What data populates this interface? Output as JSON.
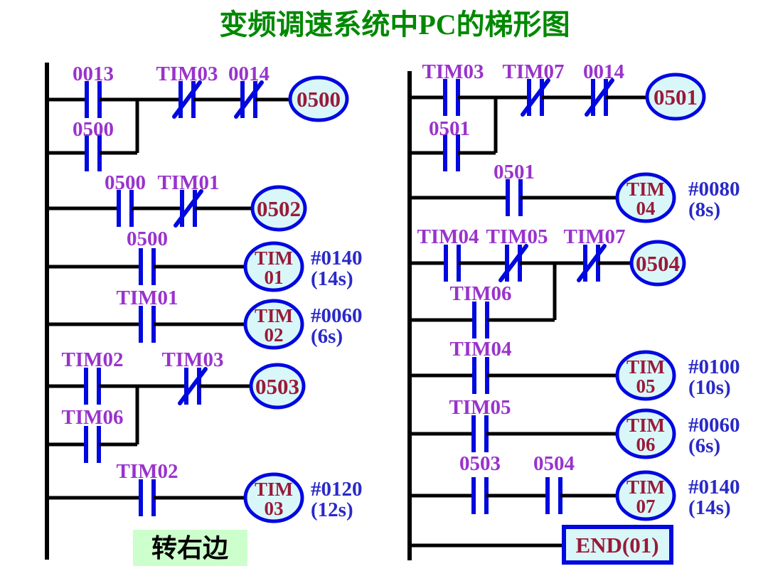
{
  "title": {
    "text": "变频调速系统中PC的梯形图"
  },
  "colors": {
    "title_green": "#008800",
    "wire_black": "#000000",
    "contact_blue": "#0008e0",
    "label_purple": "#9933cc",
    "coil_fill_cyan": "#d9f7f9",
    "coil_border_blue": "#0008e0",
    "coil_text_dark_red": "#9a1a38",
    "param_blue": "#2929c8",
    "note_bg_green": "#ccffcc",
    "note_text_black": "#000000"
  },
  "left": {
    "rungs": [
      {
        "contacts": [
          {
            "label": "0013",
            "type": "NO"
          },
          {
            "label": "TIM03",
            "type": "NC"
          },
          {
            "label": "0014",
            "type": "NC"
          }
        ],
        "coil": {
          "label": "0500"
        }
      },
      {
        "type": "parallel-branch",
        "contacts": [
          {
            "label": "0500",
            "type": "NO"
          }
        ]
      },
      {
        "contacts": [
          {
            "label": "0500",
            "type": "NO"
          },
          {
            "label": "TIM01",
            "type": "NC"
          }
        ],
        "coil": {
          "label": "0502"
        }
      },
      {
        "contacts": [
          {
            "label": "0500",
            "type": "NO"
          }
        ],
        "coil": {
          "line1": "TIM",
          "line2": "01"
        },
        "param": {
          "value": "#0140",
          "time": "(14s)"
        }
      },
      {
        "contacts": [
          {
            "label": "TIM01",
            "type": "NO"
          }
        ],
        "coil": {
          "line1": "TIM",
          "line2": "02"
        },
        "param": {
          "value": "#0060",
          "time": "(6s)"
        }
      },
      {
        "contacts": [
          {
            "label": "TIM02",
            "type": "NO"
          },
          {
            "label": "TIM03",
            "type": "NC"
          }
        ],
        "coil": {
          "label": "0503"
        }
      },
      {
        "type": "parallel-branch",
        "contacts": [
          {
            "label": "TIM06",
            "type": "NO"
          }
        ]
      },
      {
        "contacts": [
          {
            "label": "TIM02",
            "type": "NO"
          }
        ],
        "coil": {
          "line1": "TIM",
          "line2": "03"
        },
        "param": {
          "value": "#0120",
          "time": "(12s)"
        }
      }
    ],
    "note": "转右边"
  },
  "right": {
    "rungs": [
      {
        "contacts": [
          {
            "label": "TIM03",
            "type": "NO"
          },
          {
            "label": "TIM07",
            "type": "NC"
          },
          {
            "label": "0014",
            "type": "NC"
          }
        ],
        "coil": {
          "label": "0501"
        }
      },
      {
        "type": "parallel-branch",
        "contacts": [
          {
            "label": "0501",
            "type": "NO"
          }
        ]
      },
      {
        "contacts": [
          {
            "label": "0501",
            "type": "NO"
          }
        ],
        "coil": {
          "line1": "TIM",
          "line2": "04"
        },
        "param": {
          "value": "#0080",
          "time": "(8s)"
        }
      },
      {
        "contacts": [
          {
            "label": "TIM04",
            "type": "NO"
          },
          {
            "label": "TIM05",
            "type": "NC"
          },
          {
            "label": "TIM07",
            "type": "NC"
          }
        ],
        "coil": {
          "label": "0504"
        }
      },
      {
        "type": "parallel-branch",
        "contacts": [
          {
            "label": "TIM06",
            "type": "NO"
          }
        ]
      },
      {
        "contacts": [
          {
            "label": "TIM04",
            "type": "NO"
          }
        ],
        "coil": {
          "line1": "TIM",
          "line2": "05"
        },
        "param": {
          "value": "#0100",
          "time": "(10s)"
        }
      },
      {
        "contacts": [
          {
            "label": "TIM05",
            "type": "NO"
          }
        ],
        "coil": {
          "line1": "TIM",
          "line2": "06"
        },
        "param": {
          "value": "#0060",
          "time": "(6s)"
        }
      },
      {
        "contacts": [
          {
            "label": "0503",
            "type": "NO"
          },
          {
            "label": "0504",
            "type": "NO"
          }
        ],
        "coil": {
          "line1": "TIM",
          "line2": "07"
        },
        "param": {
          "value": "#0140",
          "time": "(14s)"
        }
      }
    ],
    "end": "END(01)"
  }
}
